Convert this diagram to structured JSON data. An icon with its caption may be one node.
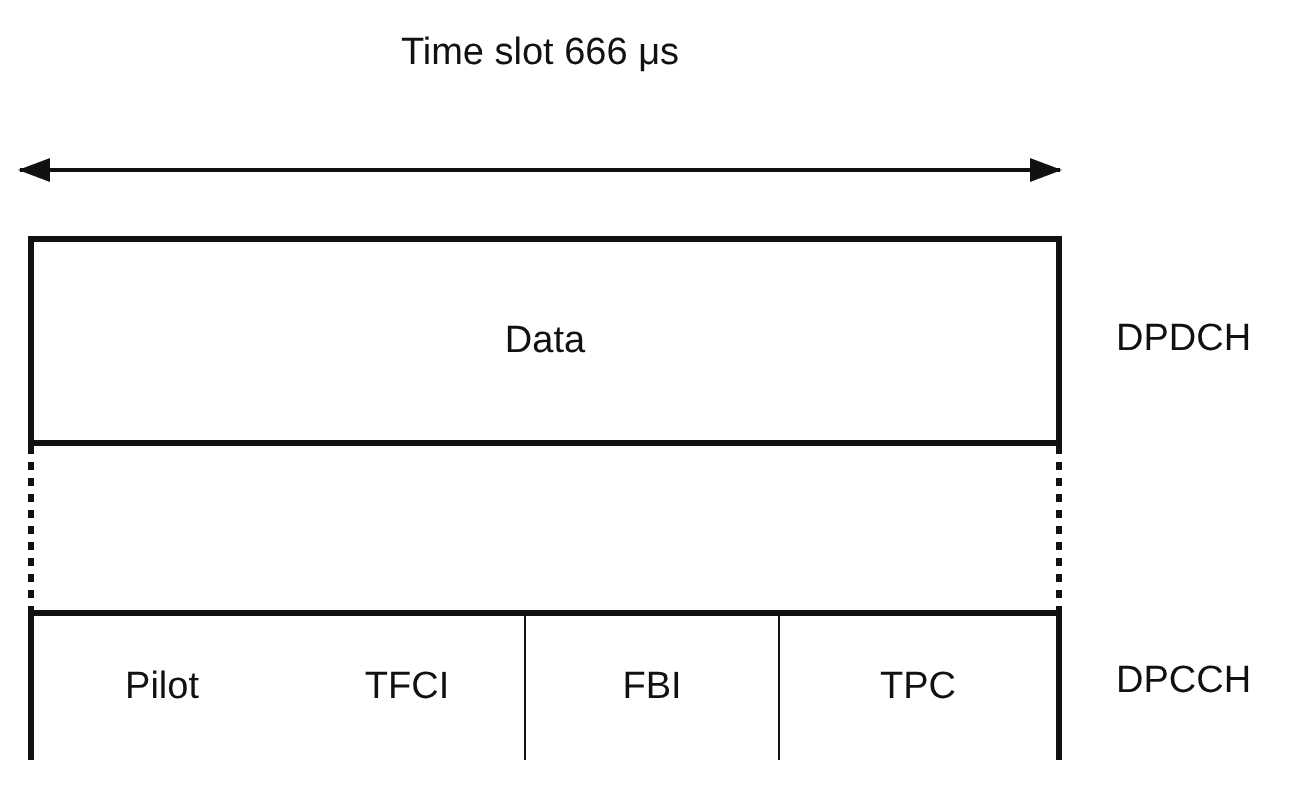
{
  "diagram": {
    "nodes": [
      {
        "text": [
          "Data"
        ],
        "beside": [
          "DPDCH"
        ]
      },
      {
        "text": [
          "Pilot"
        ]
      },
      {
        "text": [
          "TFCI"
        ]
      },
      {
        "text": [
          "FBI"
        ]
      },
      {
        "text": [
          "TPC"
        ]
      }
    ],
    "edges": [
      {
        "from": 0,
        "to": 1,
        "arrow": "none",
        "style": "dashed"
      },
      {
        "from": 0,
        "to": 4,
        "arrow": "none",
        "style": "dashed"
      }
    ],
    "labels": [
      "Time slot 666 μs",
      "DPCCH"
    ]
  }
}
